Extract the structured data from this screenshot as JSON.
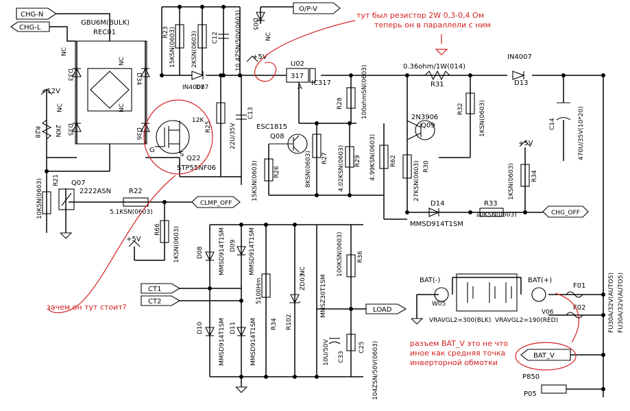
{
  "ports": {
    "chg_n": "CHG-N",
    "chg_l": "CHG-L",
    "op_v": "O/P-V",
    "clmp_off": "CLMP_OFF",
    "chg_off": "CHG_OFF",
    "ct1": "CT1",
    "ct2": "CT2",
    "load": "LOAD",
    "bat_v": "BAT_V",
    "p05": "P05"
  },
  "rails": {
    "plus12v": "+12V",
    "plus5v_a": "+5V",
    "plus5v_b": "+5V",
    "plus5v_c": "+5V"
  },
  "parts": {
    "rec": "GBU6M(BULK)",
    "rec_ref": "REC01",
    "d33": "D33",
    "d34": "D34",
    "d35": "D35",
    "d36": "D36",
    "nc1": "NC",
    "nc2": "NC",
    "nc3": "NC",
    "nc4": "NC",
    "nc5": "NC",
    "nc6": "NC",
    "r23": "R23",
    "r23v": "15KSN(0603)",
    "r24v": "2KSN(0603)",
    "c12": "C12",
    "c12v": "10 4ZSN/50V(0603)",
    "d05": "D05",
    "d87": "IN4007",
    "d87ref": "D87",
    "r28": "R28",
    "r28v": "2KN",
    "q22": "Q22",
    "q22v": "STP55NF06",
    "q22g": "G",
    "q22s": "S",
    "q22k": "12K",
    "r25": "R25",
    "r25v": "22U/35V",
    "c13": "C13",
    "u02": "U02",
    "u02v": "317",
    "u02a": "A",
    "ic317": "IC317",
    "q08": "ESC1815",
    "q08ref": "Q08",
    "r26": "R26",
    "r26v": "15KSN(0603)",
    "r27": "R27",
    "r27v": "8KSN(0603)",
    "r28b": "R28",
    "r28bv": "100ohmSN(0603)",
    "r29": "R29",
    "r29v": "4.02KSN(0603)",
    "r62": "R62",
    "r62v": "4.99KSN(0603)",
    "r31": "R31",
    "r31v": "0.36ohm/1W(014)",
    "r32": "R32",
    "r32v": "1KSN(0603)",
    "q09": "Q09",
    "q09v": "2N3906",
    "r30": "R30",
    "r30v": "27KSN(0603)",
    "d13": "D13",
    "d13v": "IN4007",
    "c14": "C14",
    "c14v": "470U/35V(10*20)",
    "r21": "R21",
    "r21v": "10KSN(0603)",
    "q07": "Q07",
    "q07v": "2222ASN",
    "r22": "R22",
    "r22v": "5.1KSN(0603)",
    "r66": "R66",
    "r66v": "1KSN(0603)",
    "d14": "D14",
    "d14v": "MMSD914T1SM",
    "r33": "R33",
    "r33v": "10KSN(0603)",
    "r34x": "R34",
    "r34xv": "1KSN(0603)",
    "d08": "D08",
    "d09": "D09",
    "d10": "D10",
    "d11": "D11",
    "dv": "MMSD914T1SM",
    "r34": "R34",
    "r34v": "5100Hm",
    "zd03": "ZD03",
    "r102": "R102",
    "r102v": "MMSZ30T1SM",
    "r36": "R36",
    "r36v": "100KSN(0603)",
    "c33": "C33",
    "c33v": "10U/50V",
    "c25": "C25",
    "c25v": "104ZSN/50V(0603)",
    "bat_neg": "BAT(-)",
    "bat_pos": "BAT(+)",
    "w05": "W05",
    "v06": "V06",
    "vblk": "VRAVGL2=300(BLK)",
    "vred": "VRAVGL2=190(RED)",
    "f01": "F01",
    "f02": "F02",
    "fuse1": "FU30A/32V(AUTO5)",
    "fuse2": "FU30A/32V(AUTO5)",
    "p850": "P850",
    "p05": "P05"
  },
  "notes": {
    "resistor_line1": "тут был резистор 2W 0,3-0,4 Ом",
    "resistor_line2": "теперь он в параллели с ним",
    "why": "зачем он тут стоит?",
    "batv_line1": "разъем BAT_V это не что",
    "batv_line2": "иное как средняя точка",
    "batv_line3": "инверторной обмотки"
  },
  "colors": {
    "ink": "#000000",
    "annotation": "#d42020"
  }
}
